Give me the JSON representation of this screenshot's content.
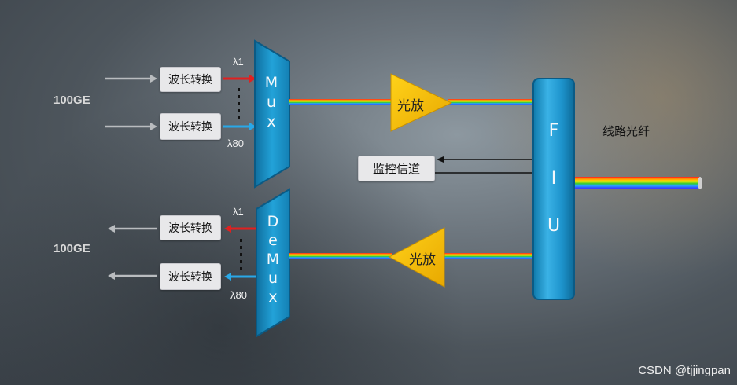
{
  "left_inputs": {
    "ge_top": "100GE",
    "ge_bottom": "100GE",
    "converter_1": "波长转换",
    "converter_2": "波长转换",
    "converter_3": "波长转换",
    "converter_4": "波长转换",
    "lambda_top_1": "λ1",
    "lambda_top_80": "λ80",
    "lambda_bot_1": "λ1",
    "lambda_bot_80": "λ80"
  },
  "mux": {
    "letters": [
      "M",
      "u",
      "x"
    ]
  },
  "demux": {
    "letters": [
      "D",
      "e",
      "M",
      "u",
      "x"
    ]
  },
  "amplifiers": {
    "top": "光放",
    "bottom": "光放"
  },
  "supervisory": {
    "label": "监控信道"
  },
  "fiu": {
    "letters": [
      "F",
      "I",
      "U"
    ]
  },
  "fiber": {
    "label": "线路光纤"
  },
  "watermark": "CSDN @tjjingpan",
  "colors": {
    "mux_blue": "#1a8fc4",
    "amp_yellow": "#f5c000",
    "lambda_red": "#e02020",
    "lambda_blue": "#29a8e8",
    "gray_arrow": "#b9bcbf"
  }
}
